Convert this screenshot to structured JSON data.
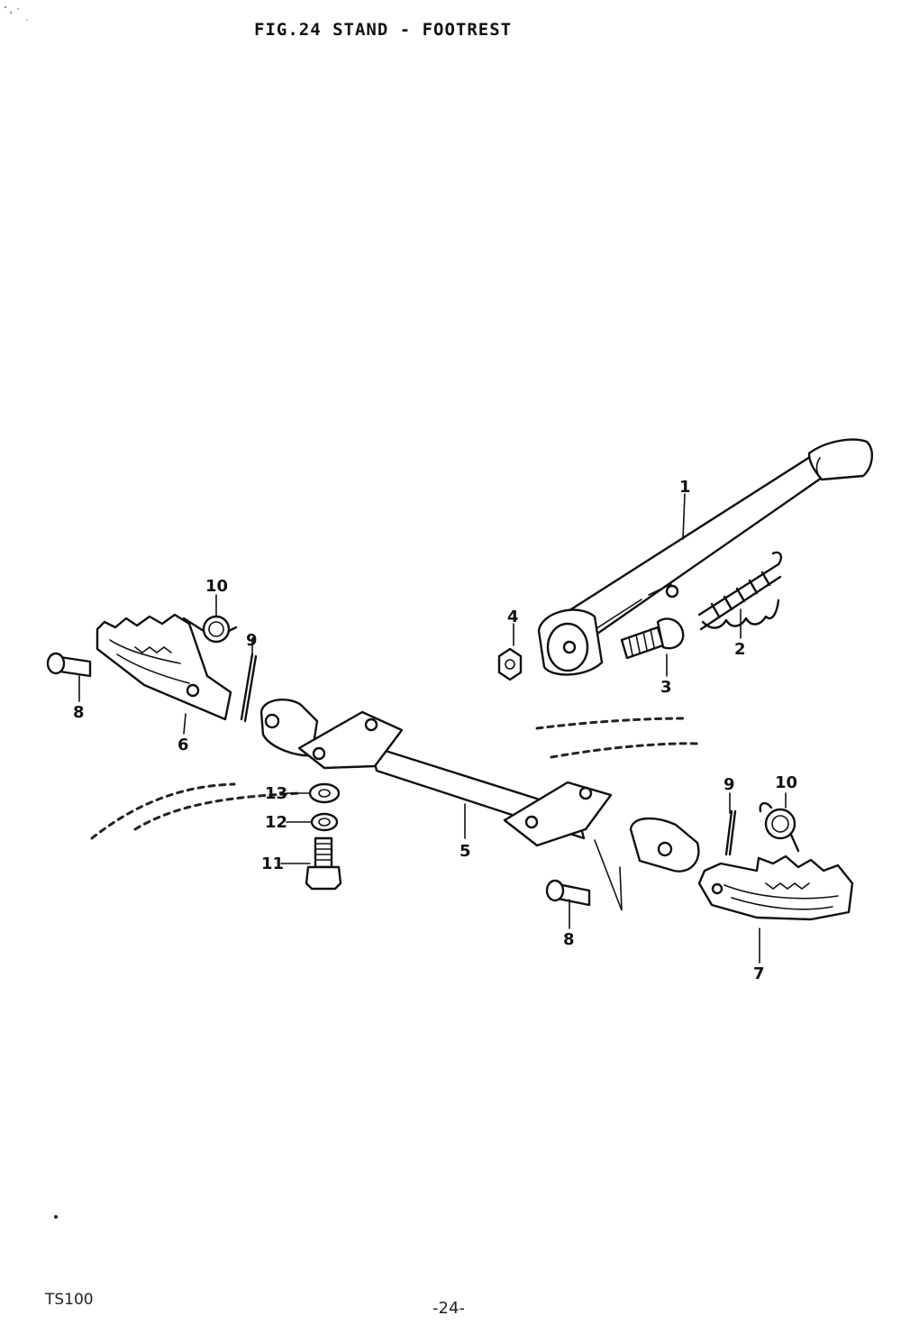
{
  "header": {
    "figure_title": "FIG.24 STAND - FOOTREST"
  },
  "footer": {
    "model": "TS100",
    "page": "-24-"
  },
  "callouts": {
    "c1": "1",
    "c2": "2",
    "c3": "3",
    "c4": "4",
    "c5": "5",
    "c6": "6",
    "c7": "7",
    "c8a": "8",
    "c8b": "8",
    "c9a": "9",
    "c9b": "9",
    "c10a": "10",
    "c10b": "10",
    "c11": "11",
    "c12": "12",
    "c13": "13"
  },
  "colors": {
    "ink": "#111111",
    "paper": "#ffffff"
  }
}
